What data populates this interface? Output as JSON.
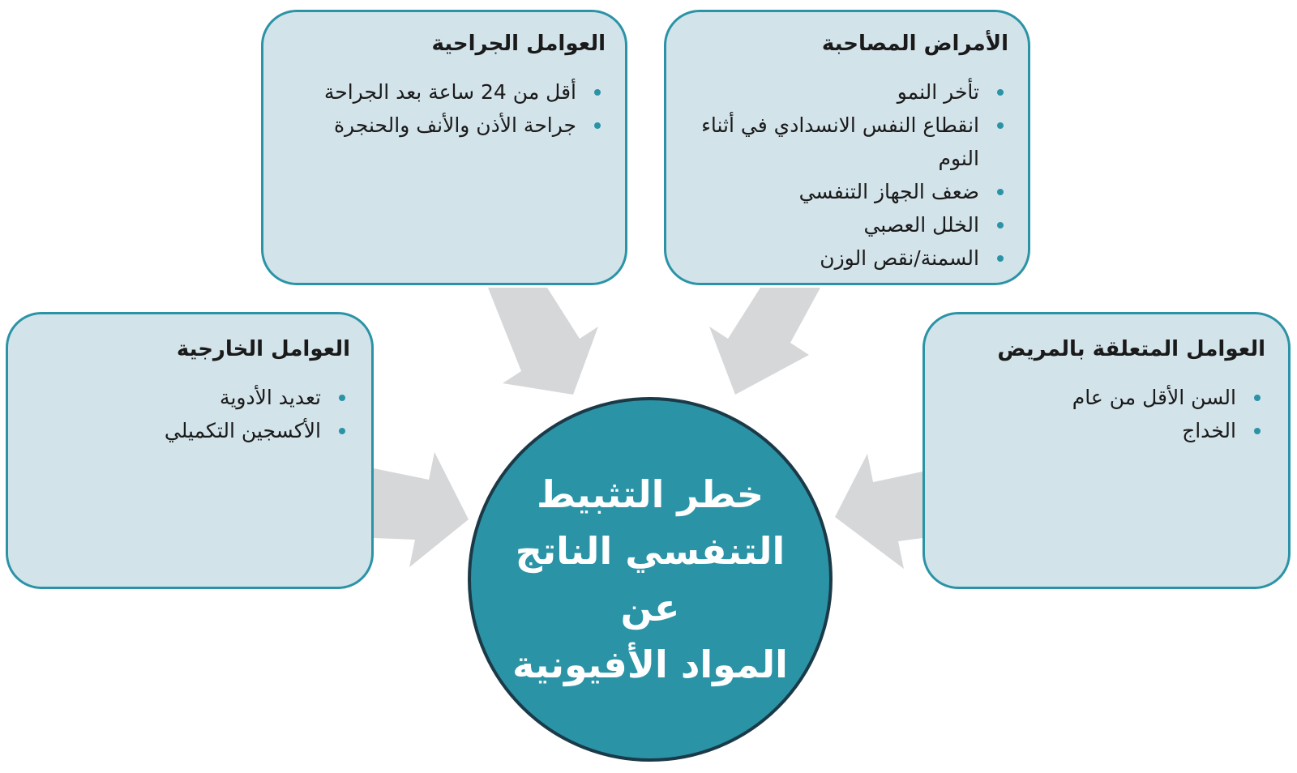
{
  "center": {
    "line1": "خطر التثبيط",
    "line2": "التنفسي الناتج عن",
    "line3": "المواد الأفيونية"
  },
  "boxes": {
    "comorbid": {
      "title": "الأمراض المصاحبة",
      "items": [
        "تأخر النمو",
        "انقطاع النفس الانسدادي في أثناء النوم",
        "ضعف الجهاز التنفسي",
        "الخلل العصبي",
        "السمنة/نقص الوزن"
      ]
    },
    "surgical": {
      "title": "العوامل الجراحية",
      "items": [
        "أقل من 24 ساعة بعد الجراحة",
        "جراحة الأذن والأنف والحنجرة"
      ]
    },
    "external": {
      "title": "العوامل الخارجية",
      "items": [
        "تعديد الأدوية",
        "الأكسجين التكميلي"
      ]
    },
    "patient": {
      "title": "العوامل المتعلقة بالمريض",
      "items": [
        "السن الأقل من عام",
        "الخداج"
      ]
    }
  },
  "colors": {
    "box_fill": "#d3e3ea",
    "box_border": "#2b93a6",
    "circle_fill": "#2b93a6",
    "arrow_fill": "#d6d7d9"
  }
}
